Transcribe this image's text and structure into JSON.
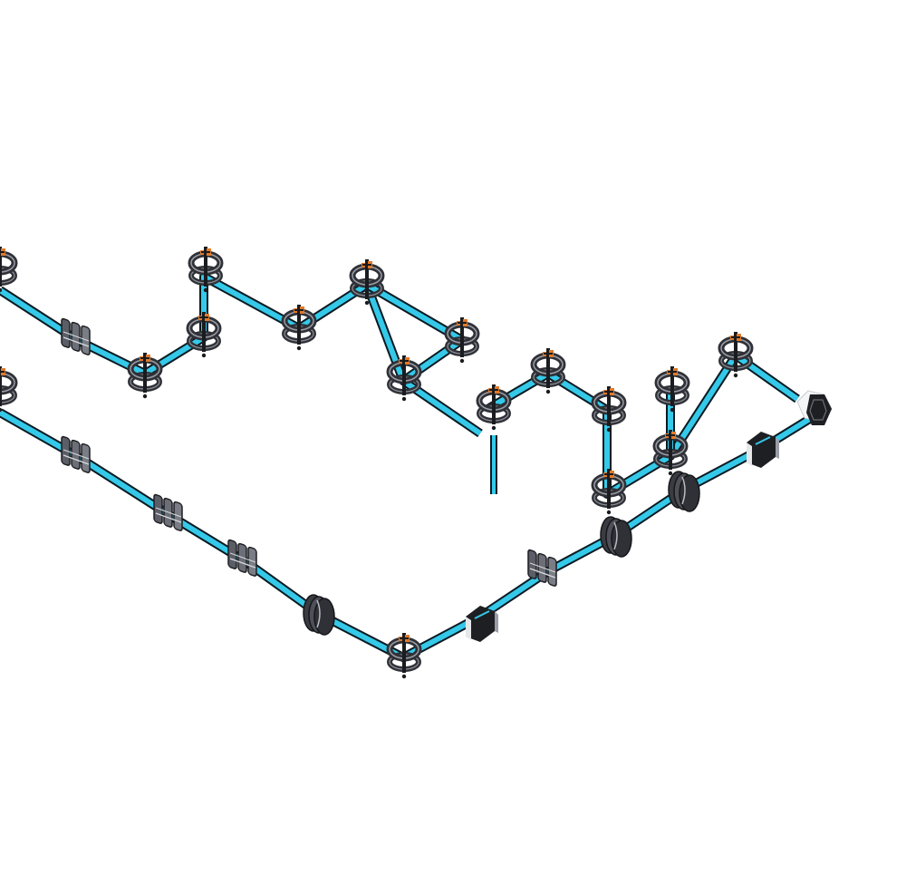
{
  "diagram": {
    "style": "isometric",
    "title": "",
    "colors": {
      "background": "#ffffff",
      "beam": "#35c9e9",
      "beam_edge": "#0b1a22",
      "metal_dark": "#2f3137",
      "metal_mid": "#5b5e66",
      "metal_light": "#c9ccd2",
      "accent": "#e07a2a"
    },
    "components": [
      {
        "kind": "mirror-mount",
        "icon": "gimbal-mount-icon"
      },
      {
        "kind": "lens-stack",
        "icon": "stacked-lens-icon"
      },
      {
        "kind": "cylindrical-lens",
        "icon": "cylinder-lens-icon"
      },
      {
        "kind": "prism",
        "icon": "prism-icon"
      },
      {
        "kind": "beam-dump",
        "icon": "hexagon-dump-icon"
      }
    ]
  }
}
